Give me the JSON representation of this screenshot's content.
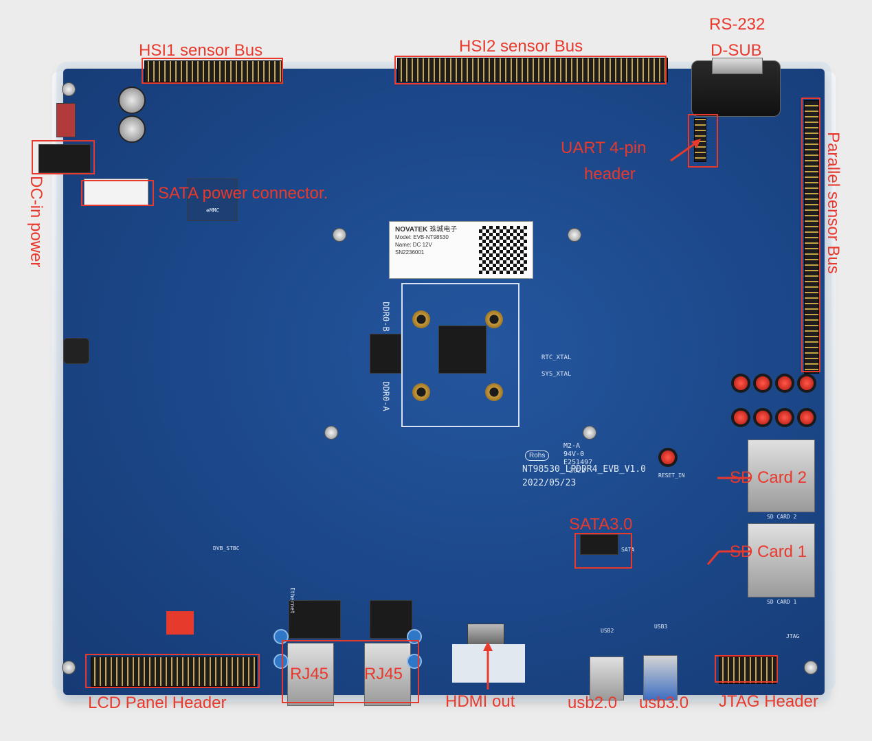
{
  "callouts": {
    "hsi1": "HSI1 sensor Bus",
    "hsi2": "HSI2 sensor Bus",
    "rs232_line1": "RS-232",
    "rs232_line2": "D-SUB",
    "uart_line1": "UART 4-pin",
    "uart_line2": "header",
    "parallel": "Parallel sensor Bus",
    "dc_in": "DC-in power",
    "sata_power": "SATA power connector.",
    "sd2": "SD Card 2",
    "sd1": "SD Card 1",
    "sata3": "SATA3.0",
    "lcd": "LCD Panel Header",
    "rj45_a": "RJ45",
    "rj45_b": "RJ45",
    "hdmi": "HDMI out",
    "usb2": "usb2.0",
    "usb3": "usb3.0",
    "jtag": "JTAG Header"
  },
  "board_label": {
    "brand": "NOVATEK",
    "brand_cn": "珠城电子",
    "model": "Model:  EVB-NT98530",
    "name": "Name:  DC 12V",
    "serial": "SN2236001"
  },
  "silkscreen": {
    "board_name": "NT98530_LPDDR4_EVB_V1.0",
    "date": "2022/05/23",
    "rohs": "Rohs",
    "m2": "M2-A",
    "ul": "94V-0",
    "e_num": "E251497",
    "year": "2022",
    "ddr0b": "DDR0-B",
    "ddr0a": "DDR0-A",
    "rtc": "RTC_XTAL",
    "sys": "SYS_XTAL",
    "sata": "SATA",
    "sd_card_2": "SD CARD 2",
    "sd_card_1": "SD CARD 1",
    "reset": "RESET_IN",
    "usb2": "USB2",
    "usb3": "USB3",
    "jtag": "JTAG",
    "ethernet": "Ethernet",
    "emmc": "eMMC",
    "dvb_stbc": "DVB_STBC"
  }
}
